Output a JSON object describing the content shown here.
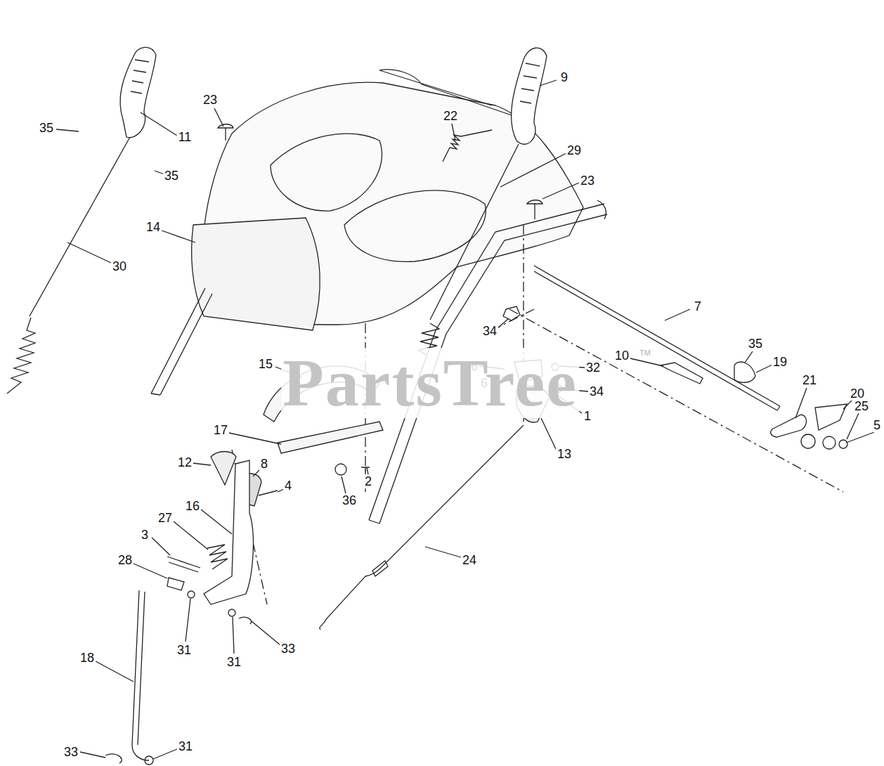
{
  "diagram": {
    "labels": [
      "23",
      "9",
      "22",
      "35",
      "11",
      "29",
      "35",
      "23",
      "14",
      "30",
      "7",
      "34",
      "35",
      "15",
      "10",
      "19",
      "26",
      "32",
      "6",
      "34",
      "21",
      "20",
      "25",
      "1",
      "5",
      "17",
      "13",
      "12",
      "8",
      "4",
      "2",
      "36",
      "16",
      "27",
      "3",
      "24",
      "28",
      "31",
      "31",
      "33",
      "18",
      "33",
      "31",
      "PartsTree",
      "TM"
    ]
  }
}
